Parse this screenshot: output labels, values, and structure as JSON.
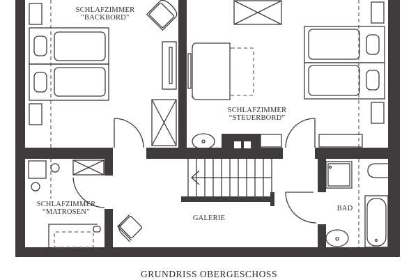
{
  "plan": {
    "title": "GRUNDRISS OBERGESCHOSS",
    "wall_color": "#3f3b3c",
    "rooms": [
      {
        "id": "backbord",
        "line1": "SCHLAFZIMMER",
        "line2": "\"BACKBORD\""
      },
      {
        "id": "steuerbord",
        "line1": "SCHLAFZIMMER",
        "line2": "“STEUERBORD”"
      },
      {
        "id": "matrosen",
        "line1": "SCHLAFZIMMER",
        "line2": "“MATROSEN”"
      },
      {
        "id": "galerie",
        "line1": "GALERIE"
      },
      {
        "id": "bad",
        "line1": "BAD"
      }
    ]
  }
}
